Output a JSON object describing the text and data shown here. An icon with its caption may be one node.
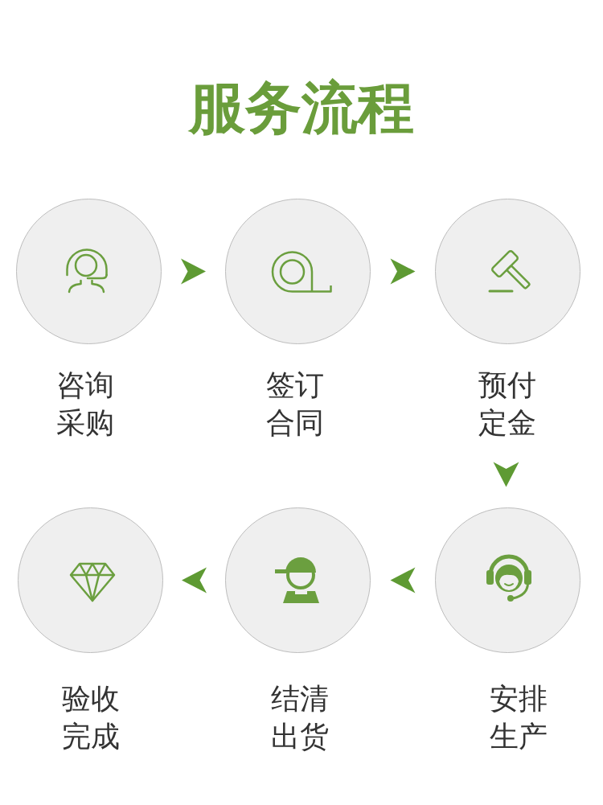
{
  "diagram": {
    "title": "服务流程",
    "nodes": [
      {
        "text": [
          "咨询采购"
        ]
      },
      {
        "text": [
          "签订合同"
        ]
      },
      {
        "text": [
          "预付定金"
        ]
      },
      {
        "text": [
          "安排生产"
        ]
      },
      {
        "text": [
          "结清出货"
        ]
      },
      {
        "text": [
          "验收完成"
        ]
      }
    ],
    "edges": [
      {
        "from": 0,
        "to": 1,
        "arrow": "to"
      },
      {
        "from": 1,
        "to": 2,
        "arrow": "to"
      },
      {
        "from": 2,
        "to": 3,
        "arrow": "to"
      },
      {
        "from": 3,
        "to": 4,
        "arrow": "to"
      },
      {
        "from": 4,
        "to": 5,
        "arrow": "to"
      }
    ]
  }
}
